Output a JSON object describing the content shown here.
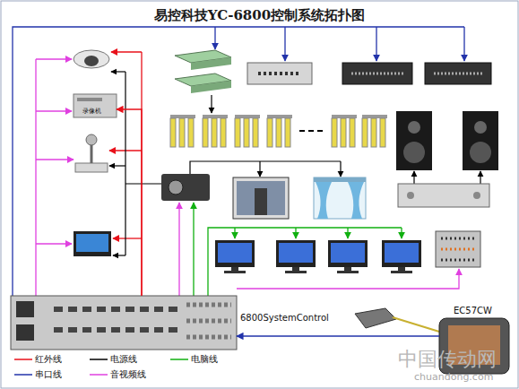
{
  "diagram": {
    "title": "易控科技YC-6800控制系统拓扑图",
    "nodes": [
      {
        "text": [
          "录像机"
        ]
      },
      {
        "text": [
          "6800SystemControl"
        ]
      },
      {
        "text": [
          "EC57CW"
        ]
      }
    ],
    "edges": [
      {
        "from": 1,
        "to": 0,
        "arrow": "to"
      },
      {
        "from": 2,
        "to": 1,
        "arrow": "to"
      }
    ],
    "labels": [
      "中国传动网",
      "chuandong.com"
    ],
    "legend": [
      {
        "text": "红外线"
      },
      {
        "text": "电源线"
      },
      {
        "text": "电脑线"
      },
      {
        "text": "串口线"
      },
      {
        "text": "音视频线"
      }
    ]
  }
}
